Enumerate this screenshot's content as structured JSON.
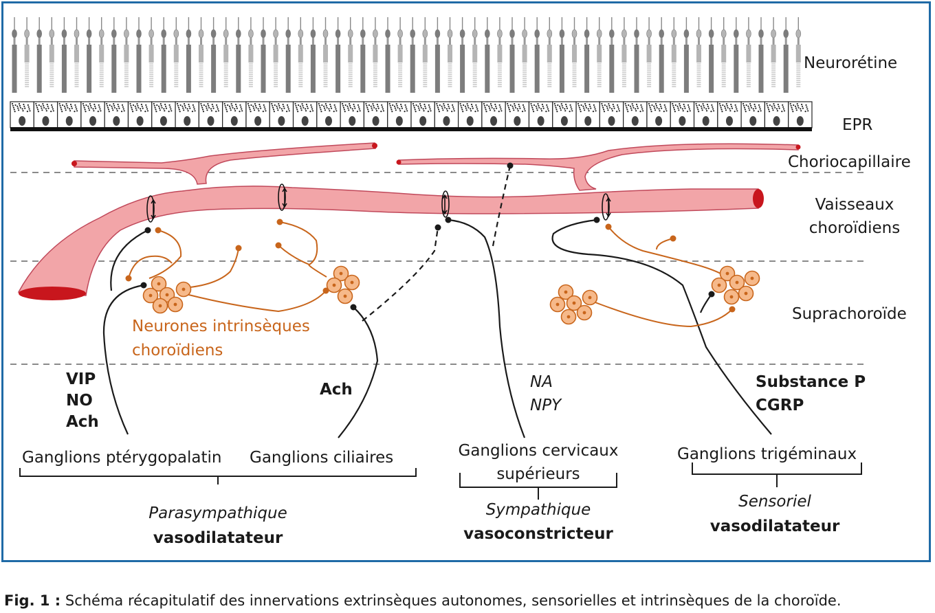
{
  "layers": {
    "neuroretine": "Neurorétine",
    "epr": "EPR",
    "choriocapillaire": "Choriocapillaire",
    "vaisseaux_line1": "Vaisseaux",
    "vaisseaux_line2": "choroïdiens",
    "suprachoroide": "Suprachoroïde"
  },
  "intrinsic_neurons": {
    "line1": "Neurones intrinsèques",
    "line2": "choroïdiens"
  },
  "neurotransmitters": {
    "parasympathetic_ptg": [
      "VIP",
      "NO",
      "Ach"
    ],
    "parasympathetic_ciliary": "Ach",
    "sympathetic": [
      "NA",
      "NPY"
    ],
    "sensory": [
      "Substance P",
      "CGRP"
    ]
  },
  "ganglia": {
    "pterygopalatin": "Ganglions ptérygopalatin",
    "ciliary": "Ganglions ciliaires",
    "cervical_line1": "Ganglions cervicaux",
    "cervical_line2": "supérieurs",
    "trigeminal": "Ganglions trigéminaux"
  },
  "systems": {
    "parasympathetic": {
      "type": "Parasympathique",
      "effect": "vasodilatateur"
    },
    "sympathetic": {
      "type": "Sympathique",
      "effect": "vasoconstricteur"
    },
    "sensory": {
      "type": "Sensoriel",
      "effect": "vasodilatateur"
    }
  },
  "caption": {
    "label": "Fig. 1 :",
    "text": "Schéma récapitulatif des innervations extrinsèques autonomes, sensorielles et intrinsèques de la choroïde."
  },
  "colors": {
    "frame": "#1f6aa6",
    "vessel_fill": "#f2a5a8",
    "vessel_stroke": "#c0485a",
    "vessel_lumen": "#c8161d",
    "intrinsic_neuron": "#c8651b",
    "neuron_fill": "#f6b98a",
    "nerve": "#1a1a1a",
    "divider": "#8a8a8a"
  }
}
